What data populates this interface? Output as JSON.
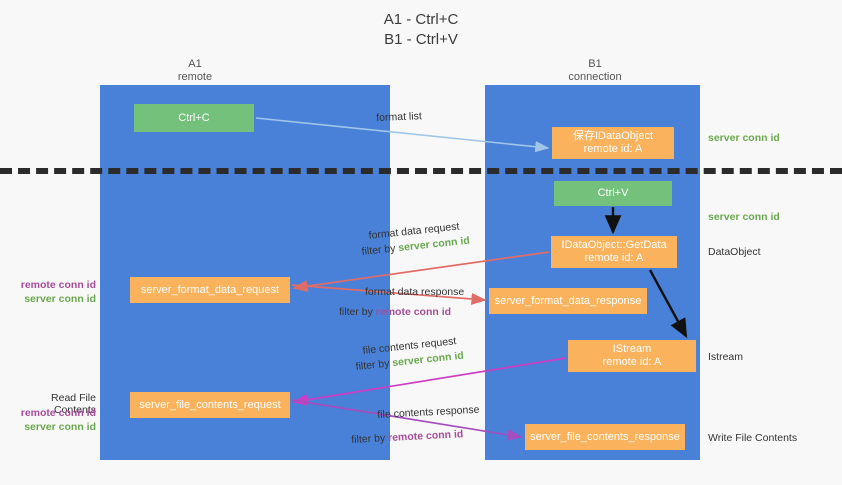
{
  "title": {
    "line1": "A1 - Ctrl+C",
    "line2": "B1 - Ctrl+V"
  },
  "columns": {
    "a1": {
      "name": "A1",
      "role": "remote"
    },
    "b1": {
      "name": "B1",
      "role": "connection"
    }
  },
  "nodes": {
    "ctrl_c": {
      "label": "Ctrl+C",
      "color": "#74c17c"
    },
    "save_ido": {
      "line1": "保存IDataObject",
      "line2": "remote id: A",
      "color": "#fbb25c"
    },
    "ctrl_v": {
      "label": "Ctrl+V",
      "color": "#74c17c"
    },
    "getdata": {
      "line1": "IDataObject::GetData",
      "line2": "remote id: A",
      "color": "#fbb25c"
    },
    "fmt_request": {
      "label": "server_format_data_request",
      "color": "#fbb25c"
    },
    "fmt_response": {
      "label": "server_format_data_response",
      "color": "#fbb25c"
    },
    "istream": {
      "line1": "IStream",
      "line2": "remote id: A",
      "color": "#fbb25c"
    },
    "file_request": {
      "label": "server_file_contents_request",
      "color": "#fbb25c"
    },
    "file_response": {
      "label": "server_file_contents_response",
      "color": "#fbb25c"
    }
  },
  "side_labels": {
    "server_conn_id_top": "server conn id",
    "server_conn_id_mid": "server conn id",
    "dataobject": "DataObject",
    "istream": "Istream",
    "write_file_contents": "Write File Contents",
    "read_file_contents": "Read File Contents",
    "remote_conn_id": "remote conn id",
    "server_conn_id": "server conn id"
  },
  "arrow_captions": {
    "format_list": "format list",
    "format_data_request": "format data request",
    "format_data_request_filter_prefix": "filter by ",
    "format_data_request_filter_value": "server conn id",
    "format_data_response": "format data response",
    "format_data_response_filter_prefix": "filter by ",
    "format_data_response_filter_value": "remote conn id",
    "file_contents_request": "file contents request",
    "file_contents_request_filter_prefix": "filter by ",
    "file_contents_request_filter_value": "server conn id",
    "file_contents_response": "file contents response",
    "file_contents_response_filter_prefix": "filter by ",
    "file_contents_response_filter_value": "remote conn id"
  },
  "colors": {
    "lane": "#4a81d8",
    "green_node": "#74c17c",
    "orange_node": "#fbb25c",
    "green_text": "#6aa84f",
    "purple_text": "#a64d9a",
    "arrow_lightblue": "#9fc5e8",
    "arrow_red": "#e06c68",
    "arrow_magenta": "#cc3ec4",
    "arrow_purple": "#a64dbf",
    "arrow_black": "#111111",
    "divider": "#2b2b2b",
    "background": "#f8f8f8"
  }
}
